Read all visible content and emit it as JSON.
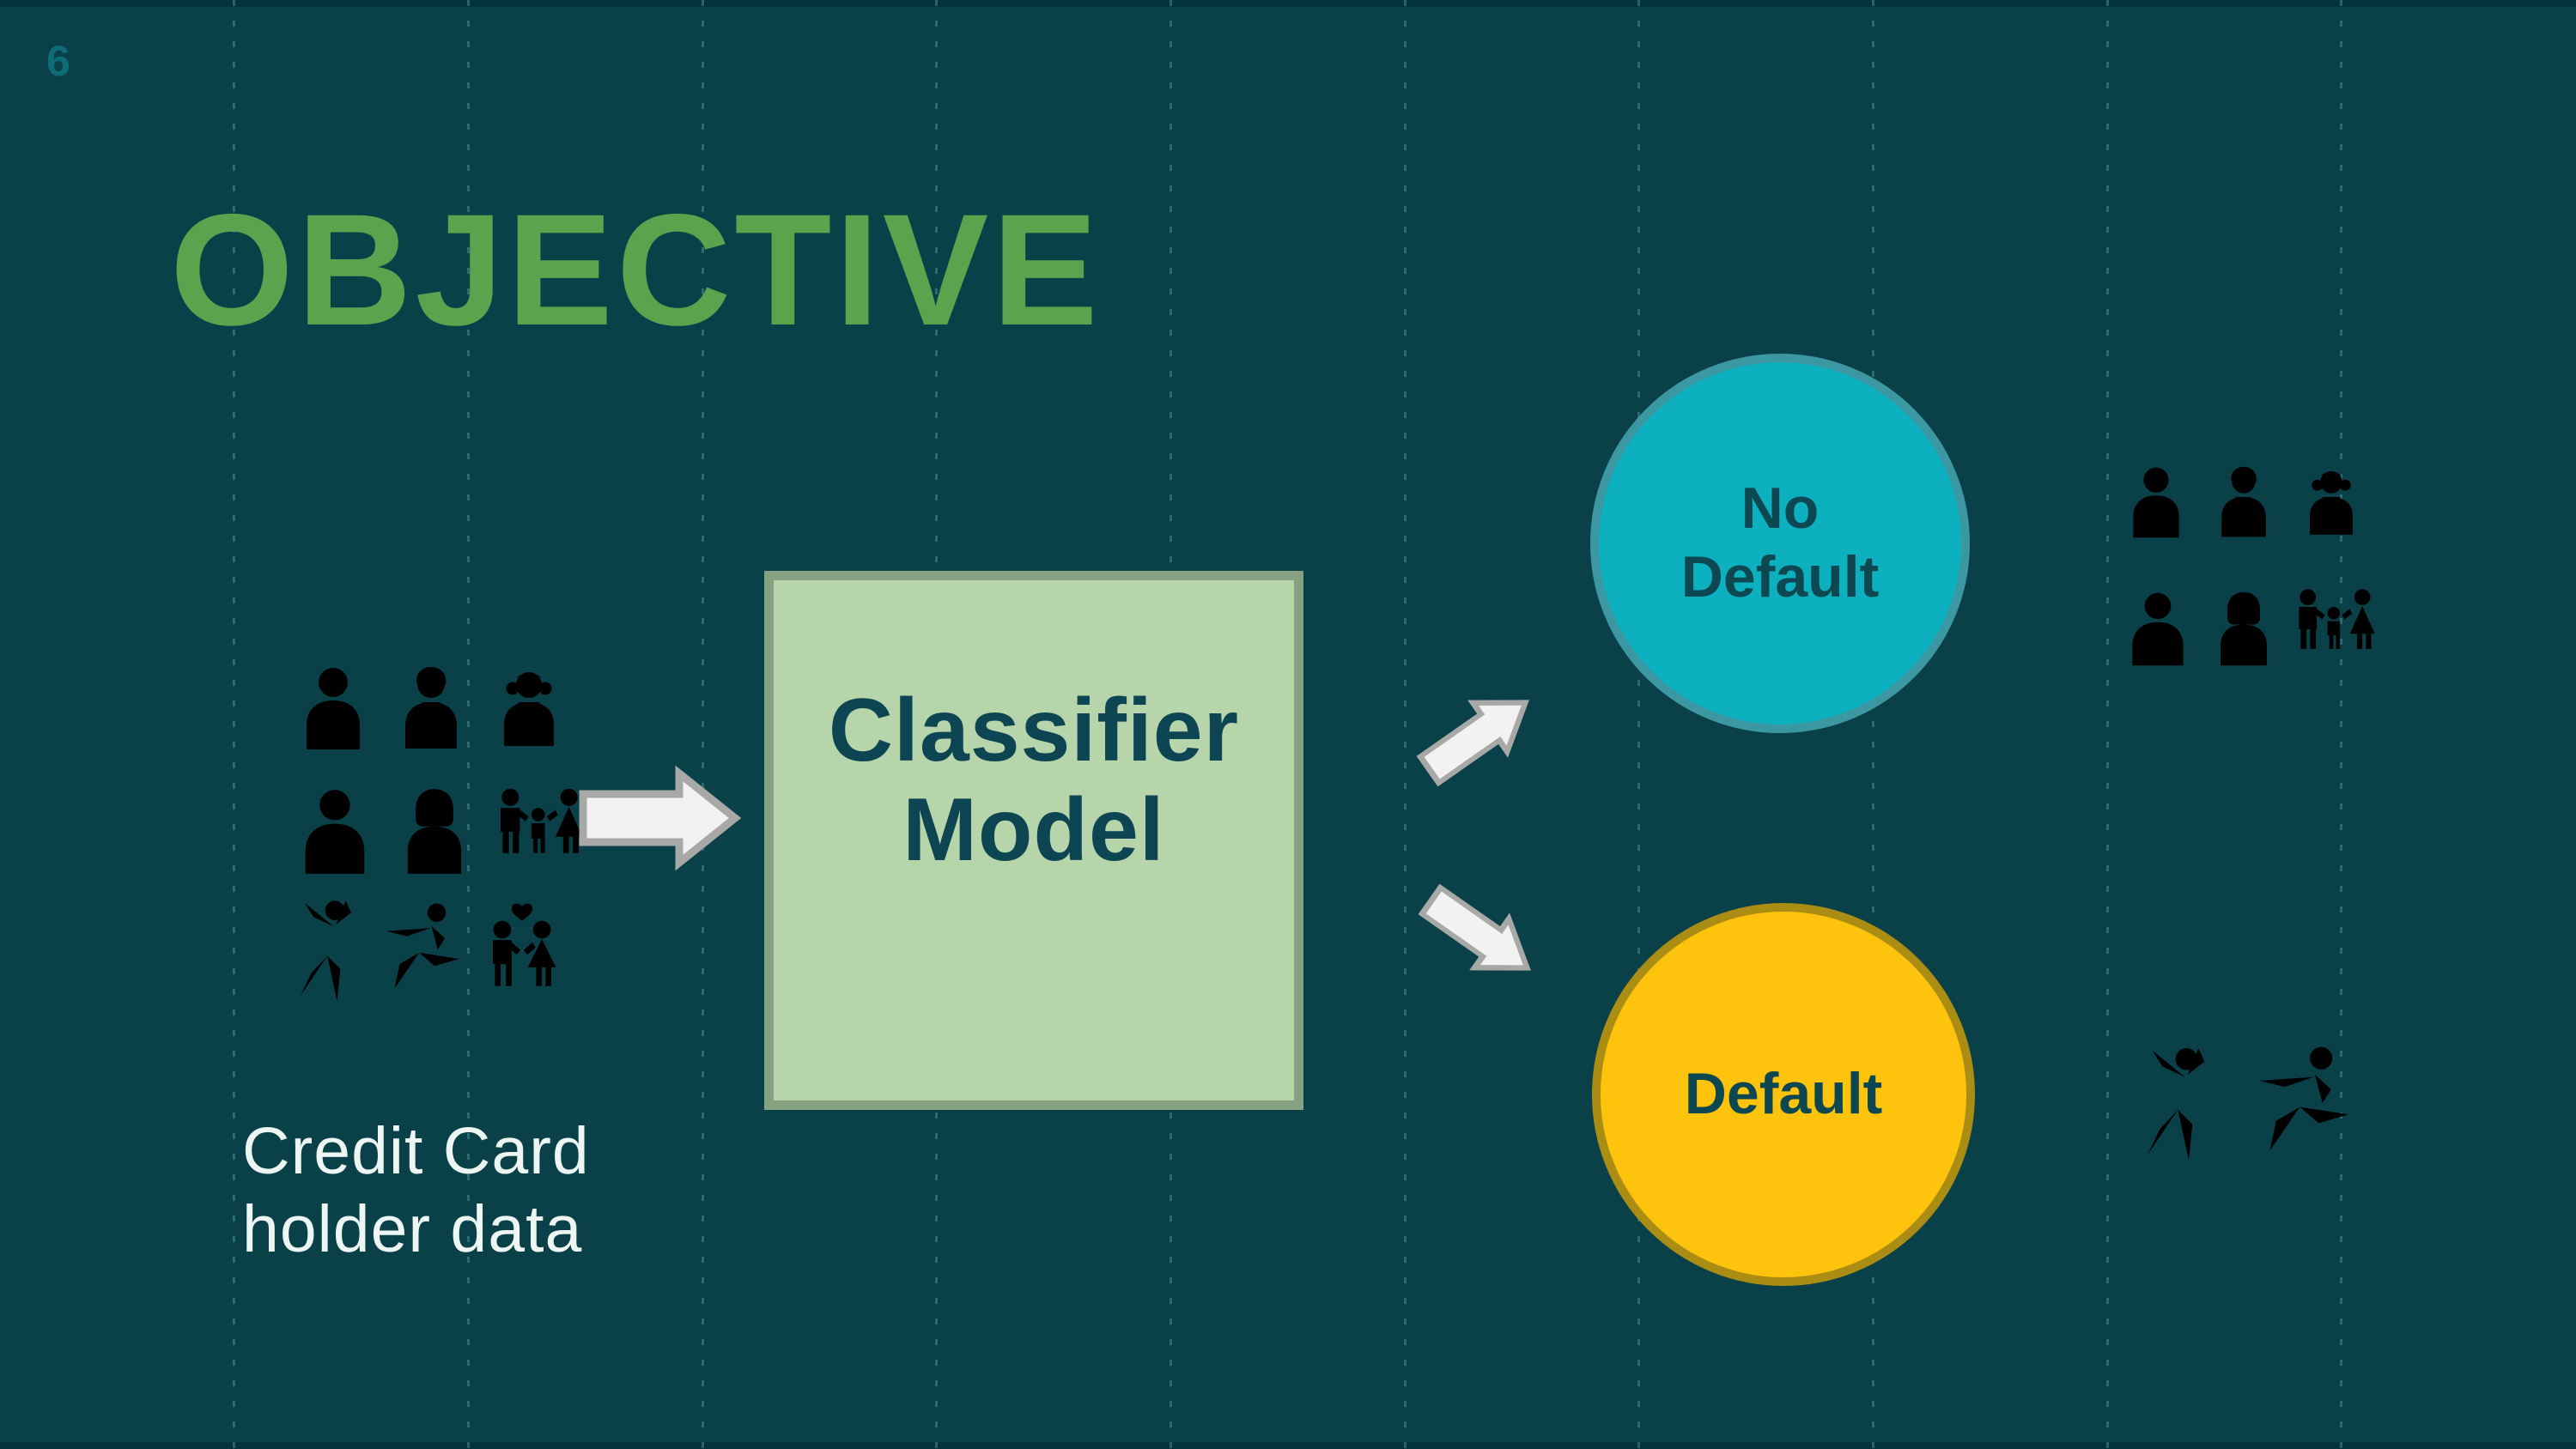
{
  "slide": {
    "page_number": "6",
    "title": "OBJECTIVE",
    "left_group": {
      "caption_line1": "Credit Card",
      "caption_line2": "holder data",
      "icons": [
        "man-bust",
        "woman-bust",
        "girl-bust",
        "man-hair-bust",
        "woman-bob-bust",
        "family",
        "dancer",
        "runner",
        "couple-heart"
      ]
    },
    "classifier_box": {
      "label_line1": "Classifier",
      "label_line2": "Model"
    },
    "no_default": {
      "label_line1": "No",
      "label_line2": "Default",
      "icons": [
        "man-bust",
        "woman-bust",
        "girl-bust",
        "man-hair-bust",
        "woman-bob-bust",
        "family"
      ]
    },
    "default": {
      "label": "Default",
      "icons": [
        "dancer",
        "runner"
      ]
    },
    "colors": {
      "background": "#0a4149",
      "edge_strip": "#05333b",
      "gridline_dots": "#60b4b8",
      "page_number": "#0f6b77",
      "title_green": "#5ba34d",
      "icon_white": "#e9f4f1",
      "icon_yellow": "#fdc40e",
      "caption_text": "#eef6f3",
      "arrow_fill": "#f2f2f0",
      "arrow_border": "#a8a8a6",
      "box_fill": "#b7d5ab",
      "box_border": "#87a283",
      "box_text": "#0e4552",
      "no_default_fill": "#0cb0bf",
      "no_default_border": "#3b97a1",
      "default_fill": "#fec40d",
      "default_border": "#ab8d14",
      "circle_text": "#0d4752"
    }
  }
}
